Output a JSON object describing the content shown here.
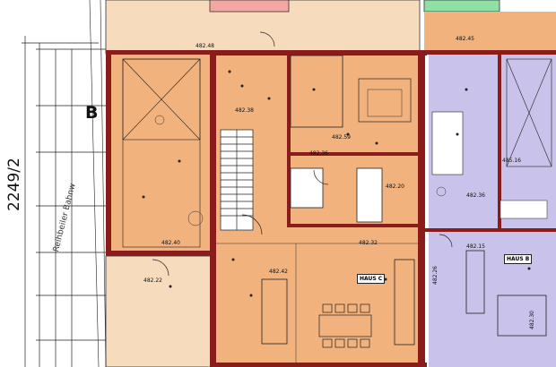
{
  "plan": {
    "parcel_label": "2249/2",
    "section_marker": "B",
    "street_label": "Reihbeiler Bahnw",
    "elevations": [
      "482.48",
      "482.32",
      "482.26",
      "482.15",
      "482.30",
      "485.16",
      "482.59",
      "482.20",
      "482.38",
      "482.40",
      "482.42",
      "482.36",
      "482.45",
      "482.22",
      "482.36"
    ],
    "house_labels": [
      "HAUS C",
      "HAUS B"
    ],
    "colors": {
      "wall": "#8a1c1c",
      "unit_c": "#f1b27d",
      "unit_b": "#c9c2ea",
      "terrace": "#f7dbbd",
      "green_pad": "#8ee0a5",
      "pink_pad": "#f4a6a2",
      "line": "#222222"
    }
  }
}
